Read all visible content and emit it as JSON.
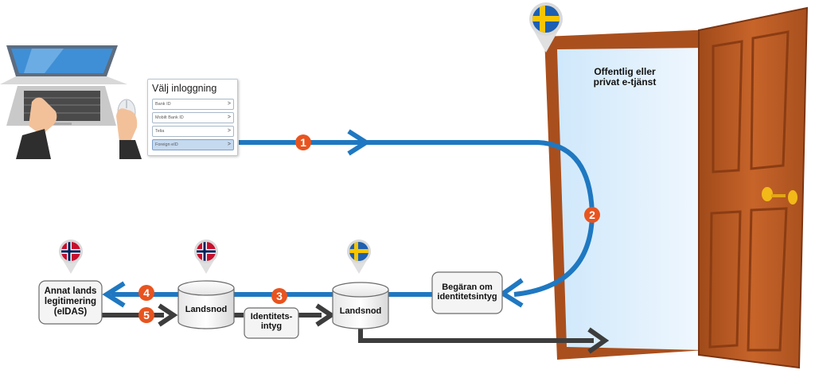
{
  "login": {
    "title": "Välj inloggning",
    "options": [
      {
        "label": "Bank ID",
        "chevron": ">"
      },
      {
        "label": "Mobilt Bank ID",
        "chevron": ">"
      },
      {
        "label": "Telia",
        "chevron": ">"
      },
      {
        "label": "Foreign eID",
        "chevron": ">"
      }
    ]
  },
  "service": {
    "line1": "Offentlig eller",
    "line2": "privat e-tjänst"
  },
  "nodes": {
    "request": {
      "line1": "Begäran om",
      "line2": "identitetsintyg"
    },
    "foreign_id": {
      "line1": "Annat lands",
      "line2": "legitimering",
      "line3": "(eIDAS)"
    },
    "landsnod_left": "Landsnod",
    "landsnod_right": "Landsnod",
    "assertion": {
      "line1": "Identitets-",
      "line2": "intyg"
    }
  },
  "steps": [
    "1",
    "2",
    "3",
    "4",
    "5"
  ],
  "colors": {
    "flow_blue": "#1f78c1",
    "flow_dark": "#3d3d3d",
    "step_orange": "#e8541f",
    "door_brown": "#b5531f"
  },
  "flags": [
    "sweden-flag-pin",
    "norway-flag-pin",
    "norway-flag-pin",
    "sweden-flag-pin"
  ]
}
